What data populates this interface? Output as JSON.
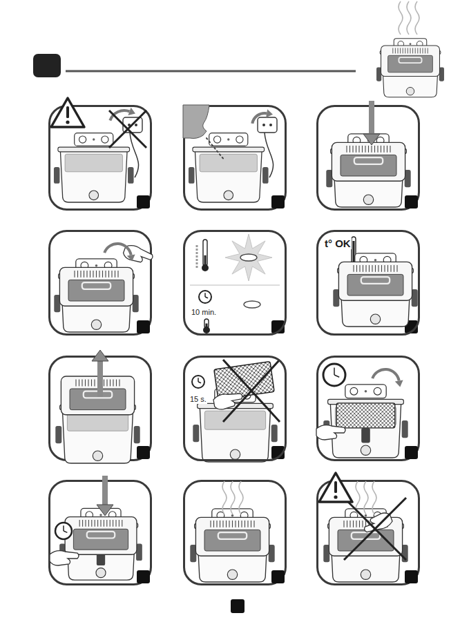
{
  "diagram": {
    "nodes": [
      {
        "text": [
          "10 min."
        ]
      },
      {
        "text": [
          "t° OK"
        ]
      },
      {
        "text": [
          "15 s."
        ]
      }
    ]
  }
}
